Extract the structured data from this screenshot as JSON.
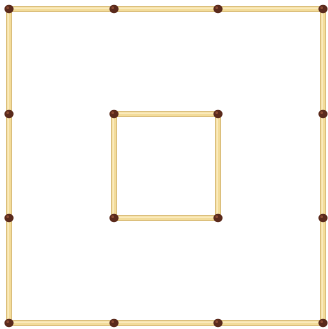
{
  "puzzle": {
    "type": "matchstick-arrangement",
    "outer_square": {
      "matches_per_side": 3,
      "total_matches": 12
    },
    "inner_square": {
      "matches_per_side": 1,
      "total_matches": 4
    },
    "total_matches": 16,
    "colors": {
      "background": "#ffffff",
      "stick_wood": "#f3dc9a",
      "stick_wood_light": "#fbecc0",
      "stick_wood_edge": "#c9a24c",
      "match_head": "#5a2a1c",
      "match_head_highlight": "#8a4a32"
    }
  }
}
